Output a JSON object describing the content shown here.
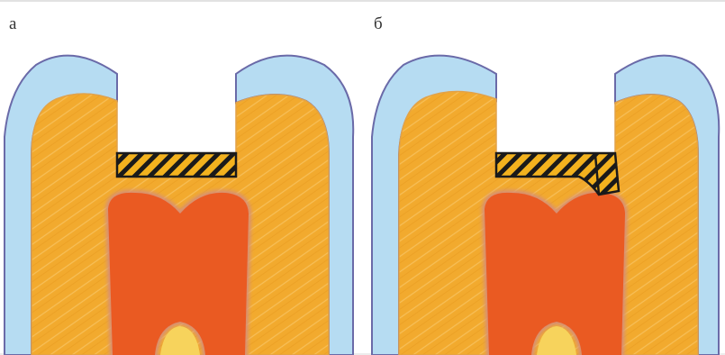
{
  "panels": [
    {
      "label": "а",
      "defect": "flat-liner"
    },
    {
      "label": "б",
      "defect": "liner-with-side-fill"
    }
  ],
  "colors": {
    "enamel": "#b6dcf2",
    "enamel_edge": "#6a6aa8",
    "dentin": "#f2aa2e",
    "dentin_light": "#f8c45a",
    "pulp": "#ea5a22",
    "pulp_edge": "#d69078",
    "root_canal": "#f7d35c",
    "liner_fill": "#f3b21e",
    "liner_stroke": "#1a1a1a",
    "background": "#ffffff"
  }
}
